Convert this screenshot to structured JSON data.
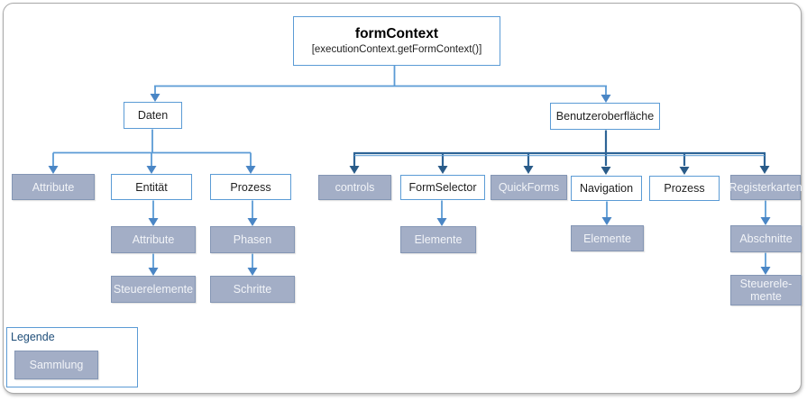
{
  "diagram": {
    "root": {
      "title": "formContext",
      "subtitle": "[executionContext.getFormContext()]"
    },
    "level1": {
      "daten": "Daten",
      "benutzeroberflaeche": "Benutzeroberfläche"
    },
    "daten_children": {
      "attribute": "Attribute",
      "entitaet": "Entität",
      "prozess": "Prozess"
    },
    "entitaet_chain": {
      "attribute": "Attribute",
      "steuerelemente": "Steuerelemente"
    },
    "prozess_chain": {
      "phasen": "Phasen",
      "schritte": "Schritte"
    },
    "ui_children": {
      "controls": "controls",
      "formselector": "FormSelector",
      "quickforms": "QuickForms",
      "navigation": "Navigation",
      "prozess": "Prozess",
      "registerkarten": "Registerkarten"
    },
    "formselector_chain": {
      "elemente": "Elemente"
    },
    "navigation_chain": {
      "elemente": "Elemente"
    },
    "registerkarten_chain": {
      "abschnitte": "Abschnitte",
      "steuerelemente": "Steuerele-mente"
    }
  },
  "legend": {
    "title": "Legende",
    "sammlung": "Sammlung"
  },
  "colors": {
    "connector_light": "#5B9BD5",
    "connector_light_arrow": "#4A86C5",
    "connector_dark": "#2E6496",
    "connector_dark_arrow": "#2A5B88",
    "node_border": "#5B9BD5",
    "collection_fill": "#A3AEC6",
    "collection_border": "#8496B4",
    "collection_text": "#F2F4F8",
    "legend_title_color": "#1F4E79"
  }
}
